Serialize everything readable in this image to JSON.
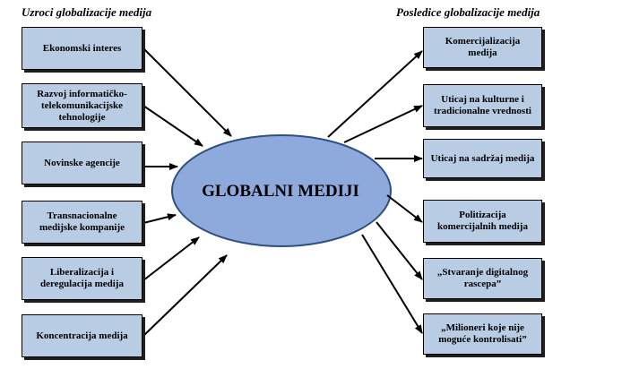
{
  "headings": {
    "left": "Uzroci globalizacije medija",
    "right": "Posledice globalizacije medija"
  },
  "center": {
    "label": "GLOBALNI MEDIJI",
    "fill": "#8eaadc",
    "stroke": "#2f4f7f"
  },
  "causes": [
    "Ekonomski interes",
    "Razvoj informatičko-\ntelekomunikacijske\ntehnologije",
    "Novinske agencije",
    "Transnacionalne\nmedijske kompanije",
    "Liberalizacija i\nderegulacija medija",
    "Koncentracija medija"
  ],
  "effects": [
    "Komercijalizacija\nmedija",
    "Uticaj na kulturne i\ntradicionalne vrednosti",
    "Uticaj na sadržaj medija",
    "Politizacija\nkomercijalnih medija",
    "„Stvaranje digitalnog\nrascepa”",
    "„Milioneri koje nije\nmoguće kontrolisati”"
  ],
  "colors": {
    "box_fill": "#b8cce4",
    "box_shadow": "#1f1f1f",
    "arrow": "#000000"
  }
}
